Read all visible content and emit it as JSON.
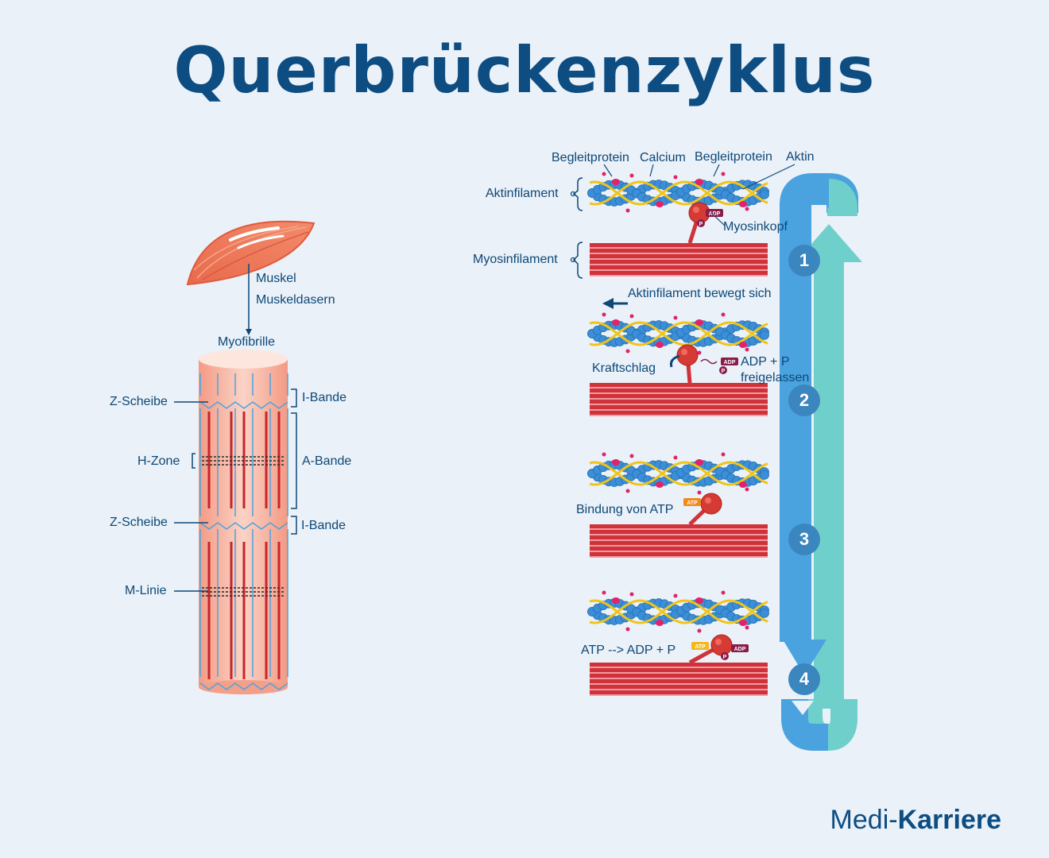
{
  "title": "Querbrückenzyklus",
  "brand": {
    "part1": "Medi",
    "separator": "-",
    "part2": "Karriere"
  },
  "left": {
    "muscle": "Muskel",
    "fibers": "Muskeldasern",
    "myofibril": "Myofibrille",
    "z_disc_top": "Z-Scheibe",
    "h_zone": "H-Zone",
    "z_disc_bottom": "Z-Scheibe",
    "m_line": "M-Linie",
    "i_band_top": "I-Bande",
    "a_band": "A-Bande",
    "i_band_bottom": "I-Bande"
  },
  "right": {
    "accessory_protein_1": "Begleitprotein",
    "calcium": "Calcium",
    "accessory_protein_2": "Begleitprotein",
    "actin": "Aktin",
    "actin_filament": "Aktinfilament",
    "myosin_filament": "Myosinfilament",
    "myosin_head": "Myosinkopf",
    "actin_moves": "Aktinfilament bewegt sich",
    "power_stroke": "Kraftschlag",
    "adp_p_released_1": "ADP + P",
    "adp_p_released_2": "freigelassen",
    "atp_binding": "Bindung von ATP",
    "atp_hydrolysis": "ATP --> ADP + P",
    "badge_adp": "ADP",
    "badge_p": "P",
    "badge_atp": "ATP"
  },
  "steps": [
    "1",
    "2",
    "3",
    "4"
  ],
  "colors": {
    "title": "#0d4d82",
    "arrow_down": "#4aa3df",
    "arrow_up": "#6fcfcb",
    "step_circle": "#3b86bf",
    "myosin": "#d0323a",
    "actin_beads": "#3a8fd8",
    "tropomyosin": "#f0c419",
    "calcium": "#e0236a",
    "myofibril": "#f7b8a6"
  }
}
